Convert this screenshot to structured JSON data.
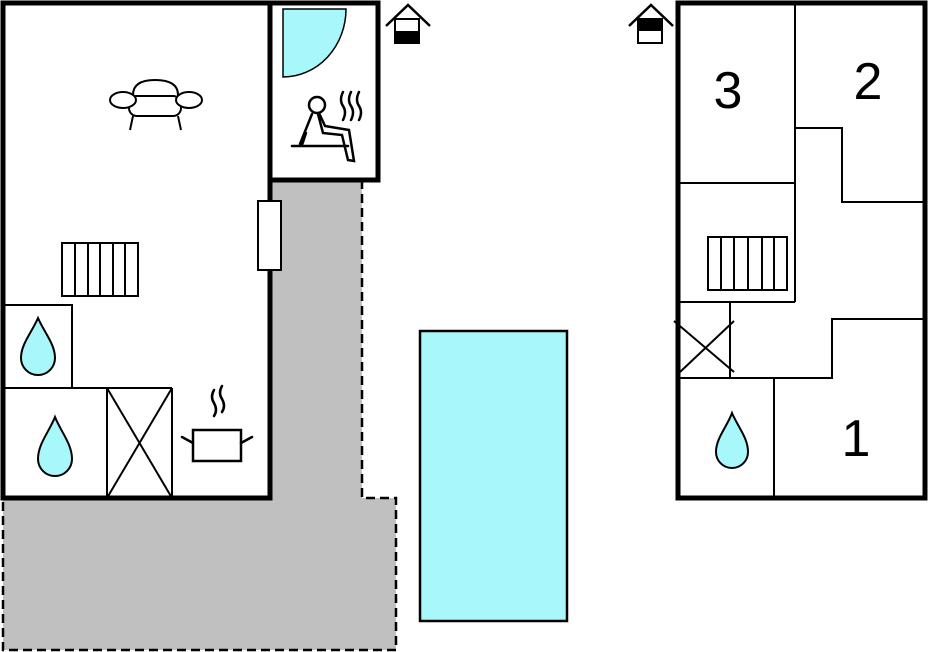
{
  "colors": {
    "wall": "#000000",
    "terrace": "#c0c0c0",
    "water": "#a8f7fa",
    "background": "#ffffff"
  },
  "rooms": {
    "bedroom_1": {
      "label": "1"
    },
    "bedroom_2": {
      "label": "2"
    },
    "bedroom_3": {
      "label": "3"
    }
  },
  "icons": [
    "sofa-icon",
    "sauna-icon",
    "shower-icon",
    "radiator-icon",
    "water-drop-icon",
    "cooking-pot-icon",
    "stairs-icon",
    "house-floor-icon"
  ]
}
